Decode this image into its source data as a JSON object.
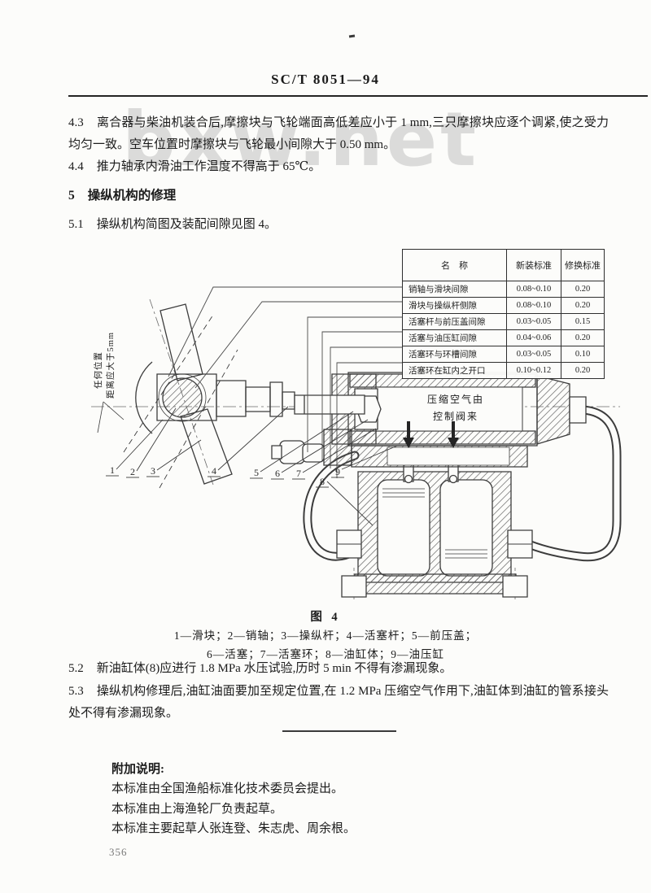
{
  "page": {
    "header": "SC/T 8051—94",
    "page_number": "356",
    "watermark": "bxw.net"
  },
  "body": {
    "p43": {
      "num": "4.3",
      "text": "离合器与柴油机装合后,摩擦块与飞轮端面高低差应小于 1 mm,三只摩擦块应逐个调紧,使之受力均匀一致。空车位置时摩擦块与飞轮最小间隙大于 0.50 mm。"
    },
    "p44": {
      "num": "4.4",
      "text": "推力轴承内滑油工作温度不得高于 65℃。"
    },
    "h5": {
      "num": "5",
      "text": "操纵机构的修理"
    },
    "p51": {
      "num": "5.1",
      "text": "操纵机构简图及装配间隙见图 4。"
    },
    "p52": {
      "num": "5.2",
      "text": "新油缸体(8)应进行 1.8 MPa 水压试验,历时 5 min 不得有渗漏现象。"
    },
    "p53": {
      "num": "5.3",
      "text": "操纵机构修理后,油缸油面要加至规定位置,在 1.2 MPa 压缩空气作用下,油缸体到油缸的管系接头处不得有渗漏现象。"
    }
  },
  "clearance_table": {
    "headers": [
      "名　称",
      "新装标准",
      "修换标准"
    ],
    "rows": [
      {
        "name": "销轴与滑块间隙",
        "new": "0.08~0.10",
        "repair": "0.20"
      },
      {
        "name": "滑块与操纵杆侧隙",
        "new": "0.08~0.10",
        "repair": "0.20"
      },
      {
        "name": "活塞杆与前压盖间隙",
        "new": "0.03~0.05",
        "repair": "0.15"
      },
      {
        "name": "活塞与油压缸间隙",
        "new": "0.04~0.06",
        "repair": "0.20"
      },
      {
        "name": "活塞环与环槽间隙",
        "new": "0.03~0.05",
        "repair": "0.10"
      },
      {
        "name": "活塞环在缸内之开口",
        "new": "0.10~0.12",
        "repair": "0.20"
      }
    ]
  },
  "figure": {
    "caption": "图 4",
    "legend_line1": "1—滑块；2—销轴；3—操纵杆；4—活塞杆；5—前压盖；",
    "legend_line2": "6—活塞；7—活塞环；8—油缸体；9—油压缸",
    "air_label_line1": "压缩空气由",
    "air_label_line2": "控制阀来",
    "side_note_line1": "任何位置",
    "side_note_line2": "距离应大于5mm",
    "callouts": [
      "1",
      "2",
      "3",
      "4",
      "5",
      "6",
      "7",
      "9",
      "8"
    ]
  },
  "notes": {
    "title": "附加说明:",
    "lines": [
      "本标准由全国渔船标准化技术委员会提出。",
      "本标准由上海渔轮厂负责起草。",
      "本标准主要起草人张连登、朱志虎、周余根。"
    ]
  }
}
